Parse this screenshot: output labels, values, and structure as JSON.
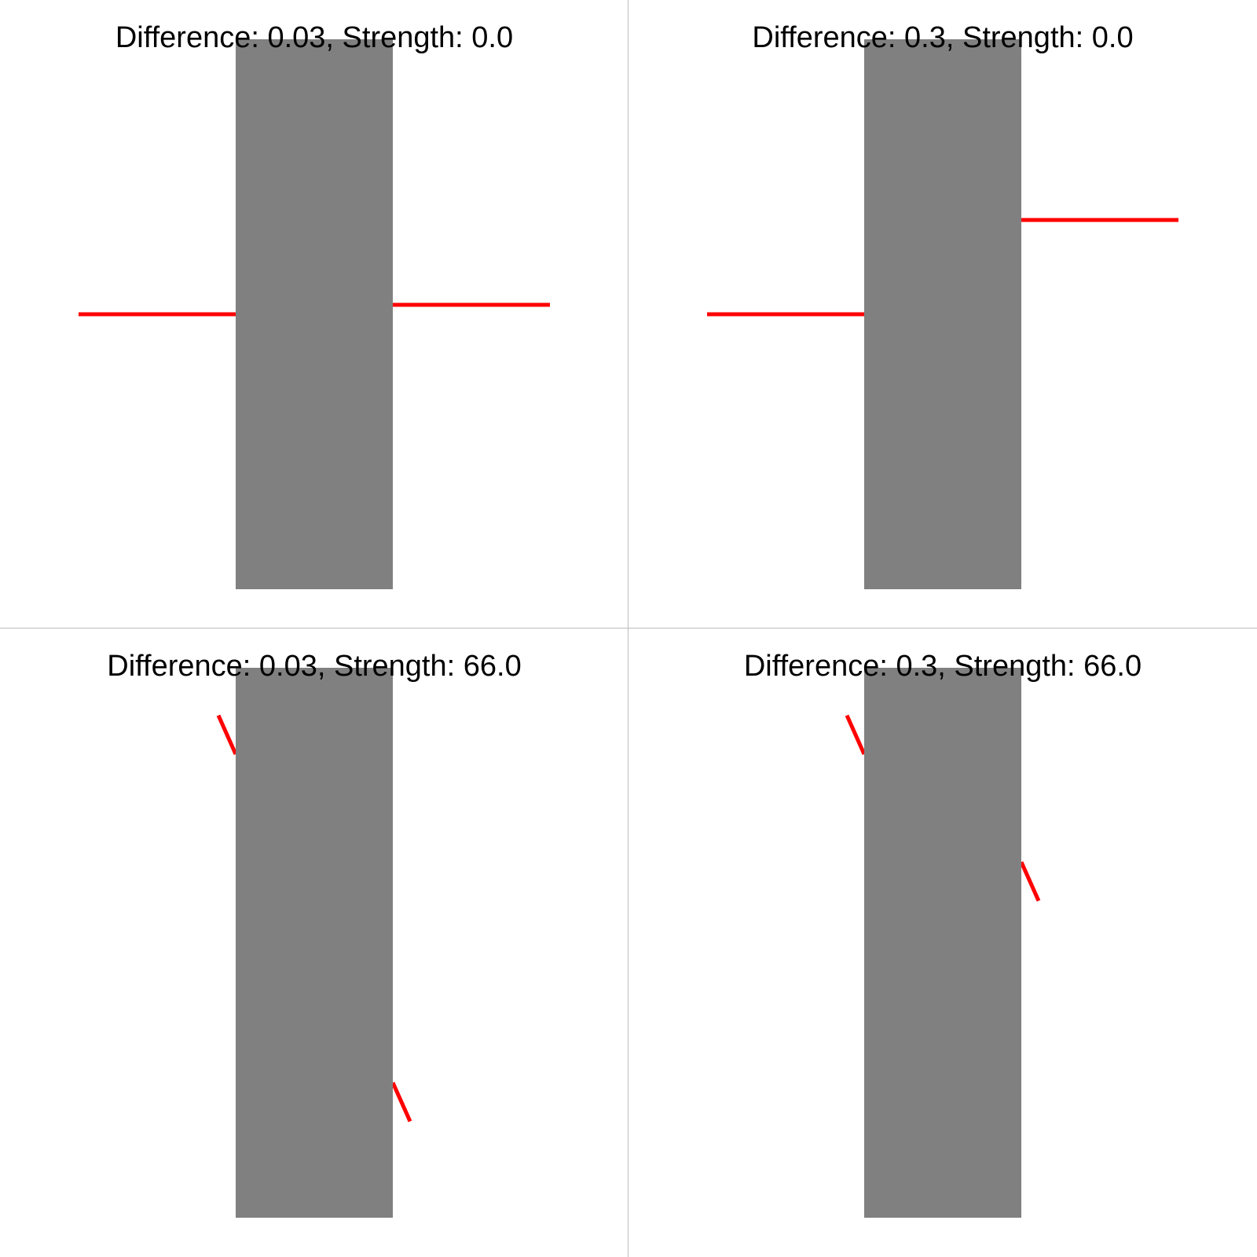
{
  "colors": {
    "background": "#ffffff",
    "occluder": "#808080",
    "line": "#ff0000",
    "divider": "#bdbdbd",
    "text": "#000000"
  },
  "panels": [
    {
      "title": "Difference: 0.03, Strength: 0.0",
      "difference": 0.03,
      "strength": 0.0
    },
    {
      "title": "Difference: 0.3, Strength: 0.0",
      "difference": 0.3,
      "strength": 0.0
    },
    {
      "title": "Difference: 0.03, Strength: 66.0",
      "difference": 0.03,
      "strength": 66.0
    },
    {
      "title": "Difference: 0.3, Strength: 66.0",
      "difference": 0.3,
      "strength": 66.0
    }
  ]
}
